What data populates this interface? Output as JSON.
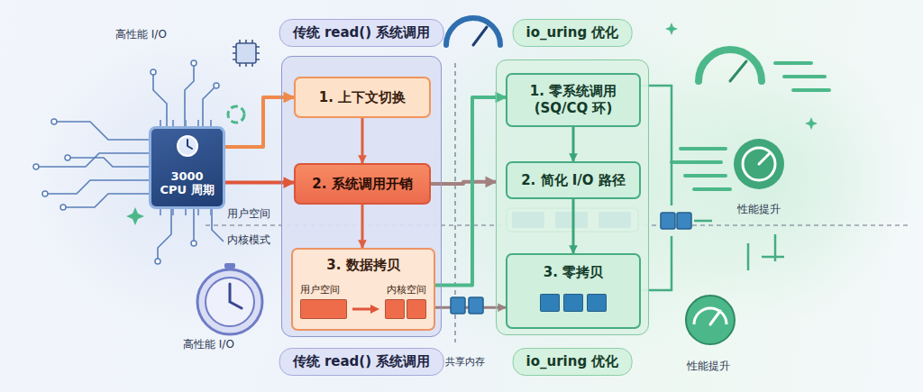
{
  "diagram": {
    "nodes": [
      {
        "text": [
          "3000 CPU 周期"
        ]
      },
      {
        "text": [
          "传统 read() 系统调用",
          "传统 read() 系统调用"
        ]
      },
      {
        "text": [
          "1. 上下文切换"
        ],
        "in": 1
      },
      {
        "text": [
          "2. 系统调用开销"
        ],
        "in": 1
      },
      {
        "text": [
          "3. 数据拷贝",
          "用户空间",
          "内核空间"
        ],
        "in": 1
      },
      {
        "text": [
          "io_uring 优化",
          "io_uring 优化"
        ]
      },
      {
        "text": [
          "1. 零系统调用 (SQ/CQ 环)"
        ],
        "in": 5
      },
      {
        "text": [
          "2. 简化 I/O 路径"
        ],
        "in": 5
      },
      {
        "text": [
          "3. 零拷贝"
        ],
        "in": 5
      }
    ],
    "edges": [
      {
        "from": 0,
        "to": 2,
        "arrow": "to"
      },
      {
        "from": 0,
        "to": 3,
        "arrow": "to"
      },
      {
        "from": 2,
        "to": 3,
        "arrow": "to"
      },
      {
        "from": 3,
        "to": 4,
        "arrow": "to"
      },
      {
        "from": 3,
        "to": 5,
        "arrow": "to"
      },
      {
        "from": 4,
        "to": 6,
        "arrow": "to"
      },
      {
        "from": 6,
        "to": 7,
        "arrow": "to"
      },
      {
        "from": 7,
        "to": 8,
        "arrow": "to"
      },
      {
        "from": 4,
        "to": 8,
        "arrow": "to"
      }
    ],
    "labels": [
      "高性能 I/O",
      "高性能 I/O",
      "用户空间",
      "内核模式",
      "共享内存",
      "性能提升",
      "性能提升"
    ]
  }
}
